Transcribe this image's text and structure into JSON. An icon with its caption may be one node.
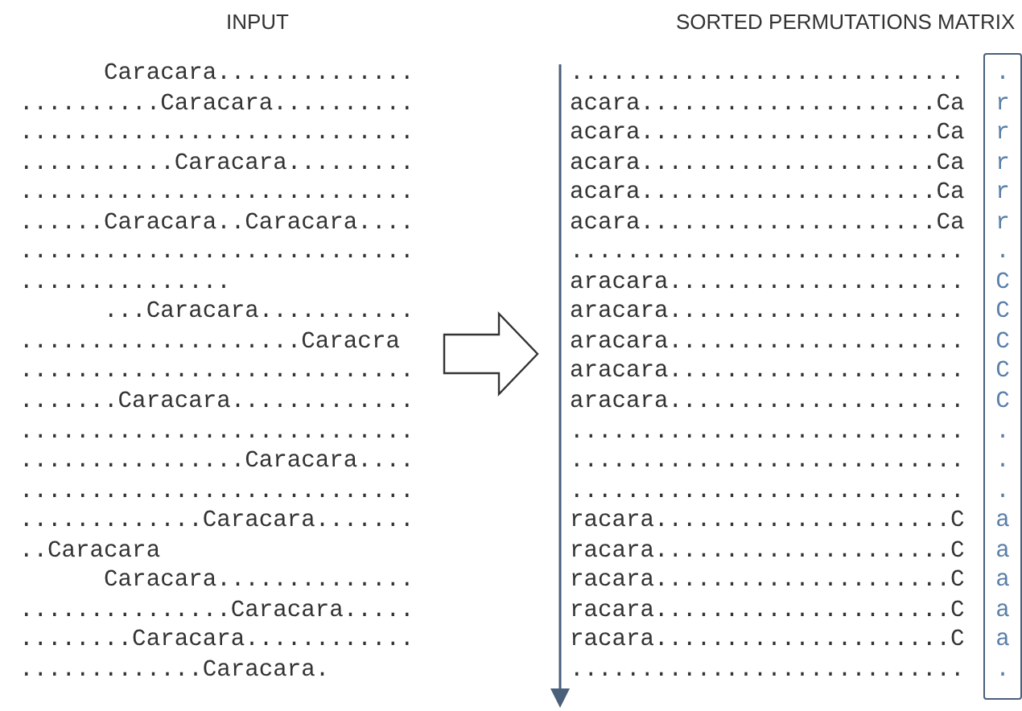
{
  "diagram": {
    "nodes": [
      {
        "text": [
          "      Caracara..............",
          "..........Caracara..........",
          "............................",
          "...........Caracara.........",
          "............................",
          "......Caracara..Caracara....",
          "............................",
          "...............",
          "      ...Caracara...........",
          "....................Caracra",
          "............................",
          ".......Caracara.............",
          "............................",
          "................Caracara....",
          "............................",
          ".............Caracara.......",
          "..Caracara",
          "      Caracara..............",
          "...............Caracara.....",
          "........Caracara............",
          ".............Caracara."
        ]
      },
      {
        "text": [
          "............................",
          "acara.....................Ca",
          "acara.....................Ca",
          "acara.....................Ca",
          "acara.....................Ca",
          "acara.....................Ca",
          "............................",
          "aracara.....................",
          "aracara.....................",
          "aracara.....................",
          "aracara.....................",
          "aracara.....................",
          "............................",
          "............................",
          "............................",
          "racara.....................C",
          "racara.....................C",
          "racara.....................C",
          "racara.....................C",
          "racara.....................C",
          "............................"
        ]
      },
      {
        "text": [
          ".",
          "r",
          "r",
          "r",
          "r",
          "r",
          ".",
          "C",
          "C",
          "C",
          "C",
          "C",
          ".",
          ".",
          ".",
          "a",
          "a",
          "a",
          "a",
          "a",
          "."
        ]
      }
    ],
    "edges": [
      {
        "from": 0,
        "to": 1,
        "arrow": "to"
      }
    ],
    "labels": [
      "INPUT",
      "SORTED PERMUTATIONS MATRIX"
    ]
  }
}
